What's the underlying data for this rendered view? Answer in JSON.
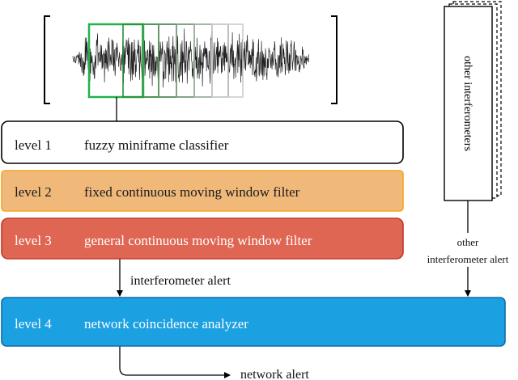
{
  "levels": [
    {
      "id": "level1",
      "label": "level 1",
      "description": "fuzzy miniframe classifier",
      "fill": "#ffffff",
      "stroke": "#000000",
      "text_color": "#111111"
    },
    {
      "id": "level2",
      "label": "level 2",
      "description": "fixed continuous moving window filter",
      "fill": "#f0b97a",
      "stroke": "#f5a623",
      "text_color": "#1a1a1a"
    },
    {
      "id": "level3",
      "label": "level 3",
      "description": "general continuous moving window filter",
      "fill": "#e06654",
      "stroke": "#c0392b",
      "text_color": "#ffffff"
    },
    {
      "id": "level4",
      "label": "level 4",
      "description": "network coincidence analyzer",
      "fill": "#1ba0e2",
      "stroke": "#0d6ea8",
      "text_color": "#ffffff"
    }
  ],
  "side_box": {
    "label": "other interferometers"
  },
  "alerts": {
    "interferometer": "interferometer alert",
    "other_line1": "other",
    "other_line2": "interferometer alert",
    "network": "network alert"
  },
  "signal": {
    "trace_color": "#222222",
    "window_colors": [
      "#22b14c",
      "#2a8c3a",
      "#3f8f4a",
      "#5e8f63",
      "#7f9f82",
      "#a5b3a6",
      "#c8cfc8"
    ]
  }
}
